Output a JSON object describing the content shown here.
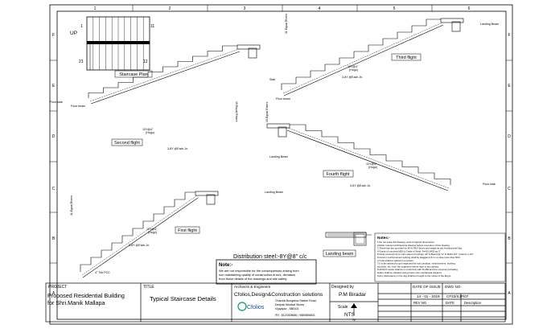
{
  "grid": {
    "cols": [
      "1",
      "2",
      "3",
      "4",
      "5",
      "6"
    ],
    "rows": [
      "F",
      "E",
      "D",
      "C",
      "B",
      "A"
    ]
  },
  "plan": {
    "title": "Staircase Plan",
    "up": "UP",
    "n1": "1",
    "n11": "11",
    "n21": "21",
    "n12": "12"
  },
  "flights": {
    "first": {
      "label": "First flight",
      "risers": "11 Equal Risers",
      "steel1": "3-8Y @Each Jn.",
      "steel2": "10Y@4\"",
      "steel3": "(Hogo)",
      "note": "4\" Thk PCC",
      "beam": "Landing Beam"
    },
    "second": {
      "label": "Second flight",
      "risers": "10 Equal Risers",
      "steel1": "3-8Y @Each Jn.",
      "steel2": "10Y@4\"",
      "steel3": "(Hogo)",
      "floor": "Floor slab",
      "beam": "Floor beam",
      "landing": "Landing Beam"
    },
    "third": {
      "label": "Third flight",
      "risers": "11 Equal Risers",
      "steel1": "3-8Y @Each Jn.",
      "steel2": "10Y@4\"",
      "steel3": "(Hogo)",
      "slab": "Slab",
      "beam": "Floor beam",
      "landing": "Landing Beam"
    },
    "fourth": {
      "label": "Fourth flight",
      "risers": "10 Equal Risers",
      "steel1": "3-8Y @Each Jn.",
      "steel2": "10Y@4\"",
      "steel3": "(Hogo)",
      "landing": "Landing Beam",
      "floor": "Floor slab"
    }
  },
  "distribution": "Distribution steel:-8Y@8\" c/c",
  "note": {
    "title": "Note:-",
    "lines": [
      "We are not responsible for the consequenses arising from",
      "non maintaining  quality of construction,errors, deviation",
      "from these details of the drawings and site safety."
    ]
  },
  "landing_beam_detail": {
    "label": "Landing beam"
  },
  "notes_box": {
    "title": "Notes:-",
    "lines": [
      "1.Do not scale this drawing, work to figured dimensions.",
      "2.Refer relevant Architectural drawing before execution of this drawing.",
      "3.These bbs are provided for M-4 ONLY floors and usage as per Architectural Dsg.",
      "4.Grade of concrete:M20 & Grade of Steel: Fe415 /M25 as 3\"",
      "5.Clear covers(mm) to main steel in Footings: 40\" & Beams(1\")1\" & Slabs 3/4\", Column:1 1/2\"",
      "6.Column reinforcement splicing shall be staggered & in no case more than 50%",
      "  of rods shall be spliced in a section.",
      "7.It is the advised to get inspected the soil condition, reinforcement, working",
      "  structure, etc. from the engineers before start of any activity.",
      "8.All RCC works shall be in conformity with IS:456 and the concrete (Including",
      "  water) shall be vibrated using proper size mechanical vibrators.",
      "9.Any discrepancy in the dsg shall be brought to the notice of the Engrs."
    ]
  },
  "title_block": {
    "project_hdr": "PROJECT",
    "project_line1": "Proposed Residential Building",
    "project_line2": "for Shri.Manik Mallapa",
    "title_hdr": "TITLE",
    "title": "Typical Staircase Details",
    "arch_hdr": "Archiects & Engineers",
    "firm": "Cfolios,Design&Construction solutions",
    "logo": "Cfolios",
    "addr1": "Chandal Bungalow Station Road,",
    "addr2": "Deepak Medical Stores",
    "addr3": "Vijayapur - 586104",
    "phone": "PH : 8123308686 / 9880856801",
    "designed_hdr": "Designed by",
    "designer": "P.M Biradar",
    "scale_hdr": "Scale",
    "scale": "NTS",
    "date_hdr": "DATE OF ISSUE",
    "date": "14 - 01 - 2019",
    "dwg_hdr": "DWG NO.",
    "dwg": "CF23/SJP/07",
    "rev_hdr": "REV NO",
    "rev_date_hdr": "DATE",
    "desc_hdr": "Description",
    "north": "N"
  }
}
